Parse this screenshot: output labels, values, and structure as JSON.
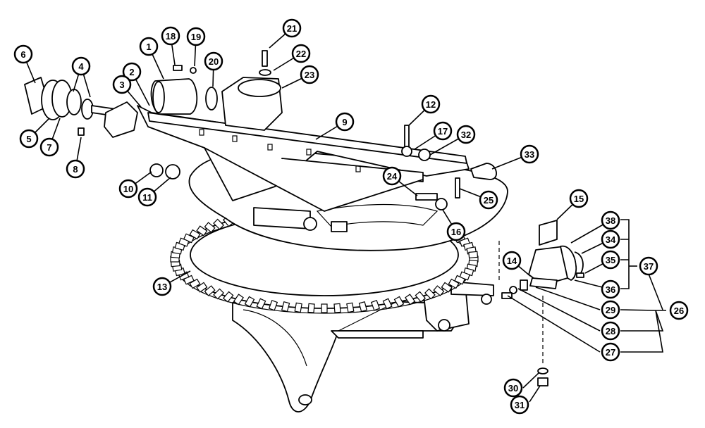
{
  "callouts": [
    {
      "label": "1"
    },
    {
      "label": "2"
    },
    {
      "label": "3"
    },
    {
      "label": "4"
    },
    {
      "label": "5"
    },
    {
      "label": "6"
    },
    {
      "label": "7"
    },
    {
      "label": "8"
    },
    {
      "label": "9"
    },
    {
      "label": "10"
    },
    {
      "label": "11"
    },
    {
      "label": "12"
    },
    {
      "label": "13"
    },
    {
      "label": "14"
    },
    {
      "label": "15"
    },
    {
      "label": "16"
    },
    {
      "label": "17"
    },
    {
      "label": "18"
    },
    {
      "label": "19"
    },
    {
      "label": "20"
    },
    {
      "label": "21"
    },
    {
      "label": "22"
    },
    {
      "label": "23"
    },
    {
      "label": "24"
    },
    {
      "label": "25"
    },
    {
      "label": "26"
    },
    {
      "label": "27"
    },
    {
      "label": "28"
    },
    {
      "label": "29"
    },
    {
      "label": "30"
    },
    {
      "label": "31"
    },
    {
      "label": "32"
    },
    {
      "label": "33"
    },
    {
      "label": "34"
    },
    {
      "label": "35"
    },
    {
      "label": "36"
    },
    {
      "label": "37"
    },
    {
      "label": "38"
    }
  ]
}
